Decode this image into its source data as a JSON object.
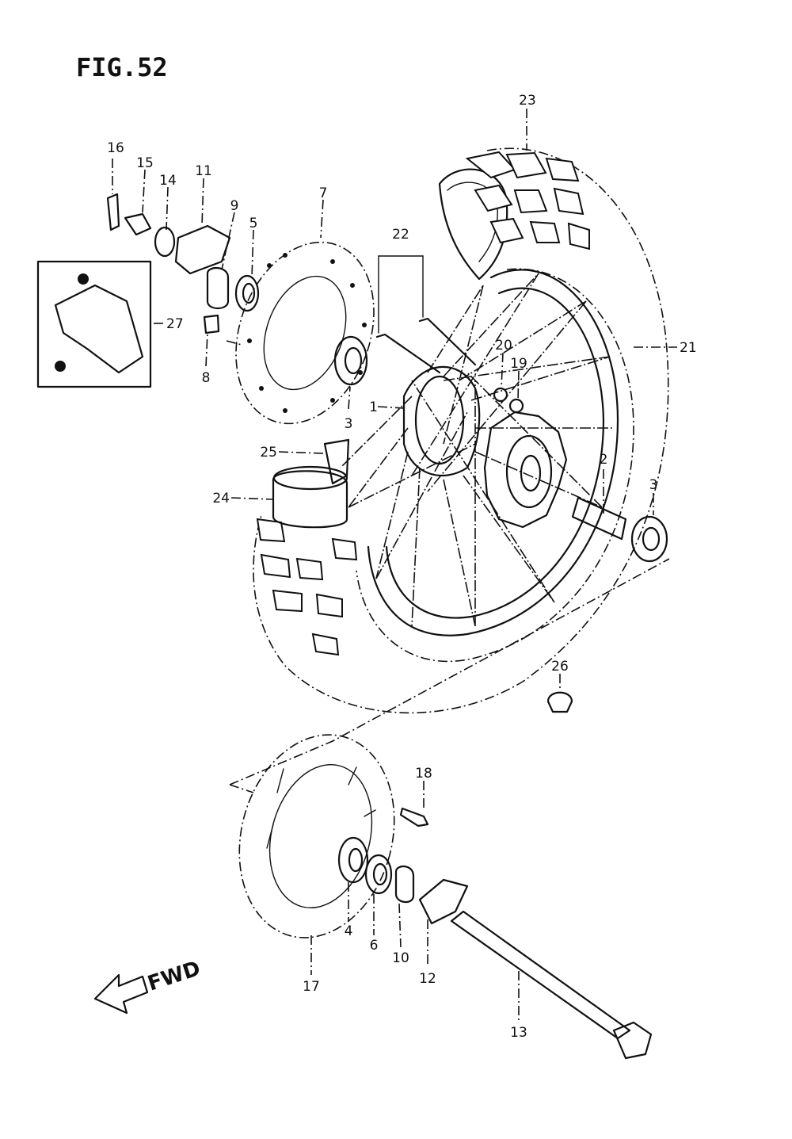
{
  "figure": {
    "title": "FIG.52"
  },
  "direction": {
    "label": "FWD"
  },
  "parts": [
    "1",
    "2",
    "3",
    "4",
    "5",
    "6",
    "7",
    "8",
    "9",
    "10",
    "11",
    "12",
    "13",
    "14",
    "15",
    "16",
    "17",
    "18",
    "19",
    "20",
    "21",
    "22",
    "23",
    "24",
    "25",
    "26",
    "27"
  ]
}
